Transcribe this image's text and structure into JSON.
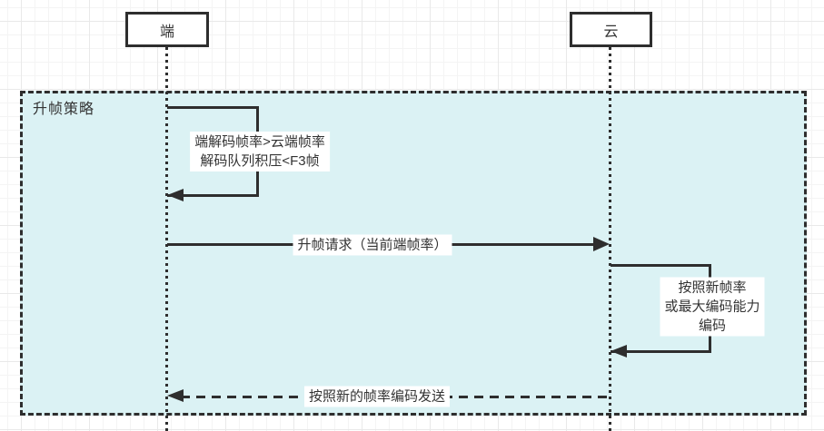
{
  "diagram": {
    "type": "sequence-diagram",
    "frame": {
      "label": "升帧策略"
    },
    "actors": [
      {
        "id": "client",
        "label": "端"
      },
      {
        "id": "cloud",
        "label": "云"
      }
    ],
    "messages": [
      {
        "kind": "self-message",
        "lifeline": "端",
        "line1": "端解码帧率>云端帧率",
        "line2": "解码队列积压<F3帧"
      },
      {
        "kind": "message",
        "style": "solid-arrow",
        "from": "端",
        "to": "云",
        "label": "升帧请求（当前端帧率）"
      },
      {
        "kind": "self-message",
        "lifeline": "云",
        "line1": "按照新帧率",
        "line2": "或最大编码能力",
        "line3": "编码"
      },
      {
        "kind": "message",
        "style": "dashed-arrow",
        "from": "云",
        "to": "端",
        "label": "按照新的帧率编码发送"
      }
    ],
    "colors": {
      "frame_fill": "#dbf2f4",
      "stroke": "#2e2e2e",
      "shape_fill": "#ffffff",
      "label_bg": "#ffffff",
      "text": "#333333",
      "grid_minor": "#f4f4f4",
      "grid_major": "#e9e9e9",
      "canvas_bg": "#ffffff"
    }
  }
}
